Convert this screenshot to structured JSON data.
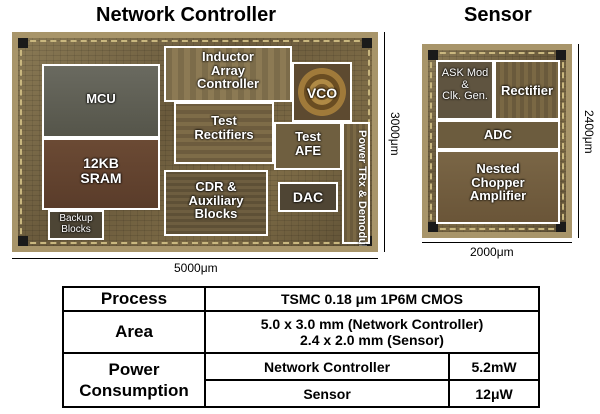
{
  "network_controller": {
    "title": "Network Controller",
    "width_label": "5000μm",
    "height_label": "3000μm",
    "blocks": {
      "mcu": "MCU",
      "sram": "12KB\nSRAM",
      "backup": "Backup\nBlocks",
      "inductor": "Inductor\nArray\nController",
      "vco": "VCO",
      "test_rectifiers": "Test\nRectifiers",
      "test_afe": "Test\nAFE",
      "power_trx": "Power TRx &\nDemodulator",
      "cdr": "CDR &\nAuxiliary\nBlocks",
      "dac": "DAC"
    }
  },
  "sensor": {
    "title": "Sensor",
    "width_label": "2000μm",
    "height_label": "2400μm",
    "blocks": {
      "ask": "ASK Mod\n&\nClk. Gen.",
      "rectifier": "Rectifier",
      "adc": "ADC",
      "chopper": "Nested\nChopper\nAmplifier"
    }
  },
  "spec_table": {
    "process_label": "Process",
    "process_value": "TSMC 0.18 μm 1P6M CMOS",
    "area_label": "Area",
    "area_value_1": "5.0 x 3.0 mm (Network Controller)",
    "area_value_2": "2.4 x 2.0 mm (Sensor)",
    "power_label": "Power\nConsumption",
    "power_rows": [
      {
        "name": "Network Controller",
        "value": "5.2mW"
      },
      {
        "name": "Sensor",
        "value": "12μW"
      }
    ]
  }
}
